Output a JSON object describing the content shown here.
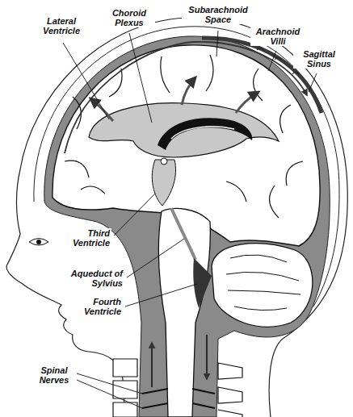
{
  "diagram": {
    "labels": [
      "Lateral Ventricle",
      "Choroid Plexus",
      "Subarachnoid Space",
      "Arachnoid Villi",
      "Sagittal Sinus",
      "Third Ventricle",
      "Aqueduct of Sylvius",
      "Fourth Ventricle",
      "Spinal Nerves"
    ]
  }
}
